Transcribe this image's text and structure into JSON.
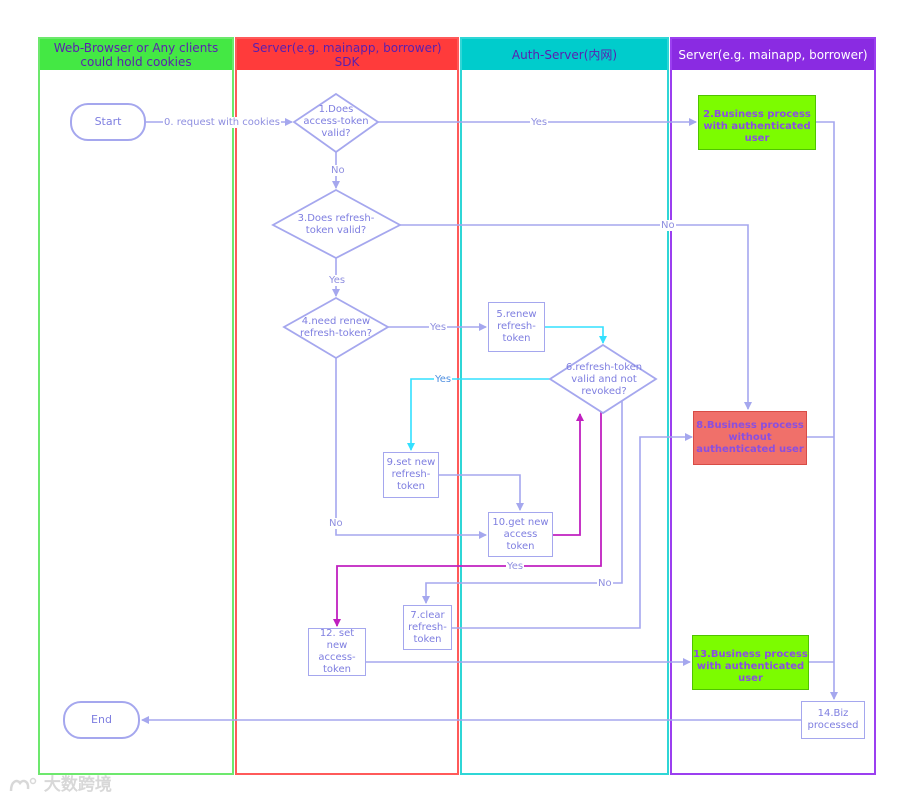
{
  "lanes": {
    "client": "Web-Browser or Any clients could hold cookies",
    "sdk": "Server(e.g. mainapp, borrower) SDK",
    "auth": "Auth-Server(内网)",
    "server": "Server(e.g. mainapp, borrower)"
  },
  "nodes": {
    "start": "Start",
    "end": "End",
    "d1": "1.Does access-token valid?",
    "d3": "3.Does refresh-token valid?",
    "d4": "4.need renew refresh-token?",
    "p2": "2.Business process with authenticated user",
    "p5": "5.renew refresh-token",
    "d6": "6.refresh-token valid and not revoked?",
    "p7": "7.clear refresh-token",
    "p8": "8.Business process without authenticated user",
    "p9": "9.set new refresh-token",
    "p10": "10.get new access token",
    "p12": "12. set new access-token",
    "p13": "13.Business process with authenticated user",
    "p14": "14.Biz processed"
  },
  "edges": {
    "request": "0. request with cookies",
    "yes1": "Yes",
    "no1": "No",
    "no3": "No",
    "yes3": "Yes",
    "yes4": "Yes",
    "no4": "No",
    "yes6": "Yes",
    "yes10": "Yes",
    "no6": "No"
  },
  "watermark": "大数跨境",
  "colors": {
    "client": "#44e844",
    "sdk": "#ff3b3b",
    "auth": "#00cccc",
    "server": "#8a2be2",
    "connector": "#a5a7ee",
    "cyan": "#33e0ff",
    "magenta": "#c020c0"
  }
}
